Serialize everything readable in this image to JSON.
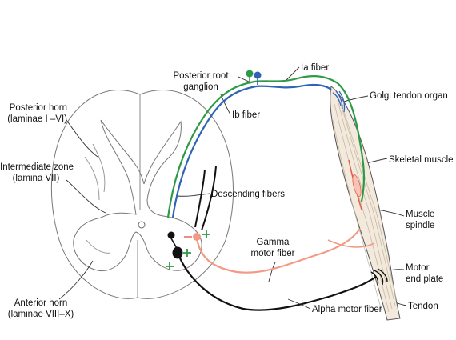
{
  "labels": {
    "posterior_root_ganglion_line1": "Posterior root",
    "posterior_root_ganglion_line2": "ganglion",
    "ia_fiber": "Ia fiber",
    "golgi_tendon_organ": "Golgi tendon organ",
    "ib_fiber": "Ib fiber",
    "posterior_horn_line1": "Posterior horn",
    "posterior_horn_line2": "(laminae I –VI)",
    "skeletal_muscle": "Skeletal muscle",
    "intermediate_zone_line1": "Intermediate zone",
    "intermediate_zone_line2": "(lamina VII)",
    "descending_fibers": "Descending fibers",
    "muscle_spindle_line1": "Muscle",
    "muscle_spindle_line2": "spindle",
    "gamma_motor_fiber_line1": "Gamma",
    "gamma_motor_fiber_line2": "motor fiber",
    "motor_end_plate_line1": "Motor",
    "motor_end_plate_line2": "end plate",
    "anterior_horn_line1": "Anterior horn",
    "anterior_horn_line2": "(laminae VIII–X)",
    "tendon": "Tendon",
    "alpha_motor_fiber": "Alpha motor fiber"
  },
  "colors": {
    "ia_fiber": "#2e9a46",
    "ib_fiber": "#2f63b5",
    "gamma_motor_fiber": "#f29a85",
    "alpha_motor_fiber": "#111111",
    "plus_sign": "#2e9a46",
    "spinal_outline": "#777777",
    "muscle_fill": "#f3eadd"
  }
}
